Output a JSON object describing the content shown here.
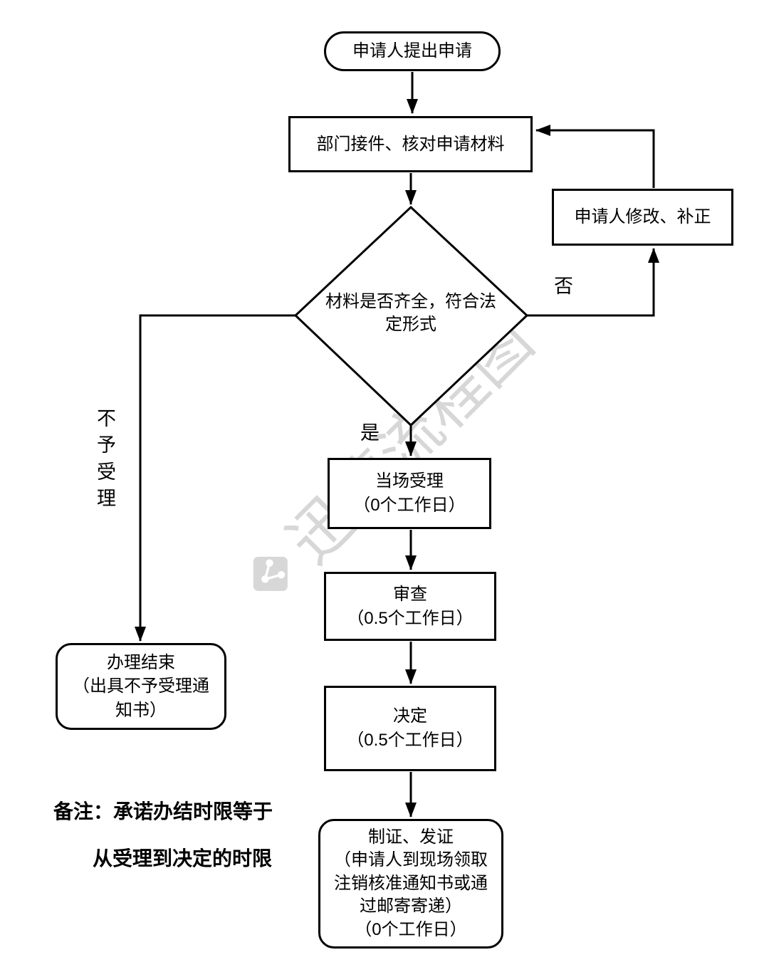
{
  "watermark": {
    "text": "迅捷流程图"
  },
  "nodes": {
    "start": {
      "label": "申请人提出申请"
    },
    "receive": {
      "label": "部门接件、核对申请材料"
    },
    "decision": {
      "label": "材料是否齐全，符合法\n定形式"
    },
    "modify": {
      "label": "申请人修改、补正"
    },
    "accept": {
      "label": "当场受理\n（0个工作日）"
    },
    "review": {
      "label": "审查\n（0.5个工作日）"
    },
    "decide": {
      "label": "决定\n（0.5个工作日）"
    },
    "issue": {
      "label": "制证、发证\n（申请人到现场领取\n注销核准通知书或通\n过邮寄寄递）\n（0个工作日）"
    },
    "end_reject": {
      "label": "办理结束\n（出具不予受理通\n知书）"
    }
  },
  "edge_labels": {
    "no": "否",
    "yes": "是",
    "not_accepted": "不\n予\n受\n理"
  },
  "note": {
    "line1": "备注：承诺办结时限等于",
    "line2": "从受理到决定的时限"
  },
  "colors": {
    "stroke": "#000000",
    "fill": "#ffffff",
    "watermark": "#d7d7d7"
  }
}
